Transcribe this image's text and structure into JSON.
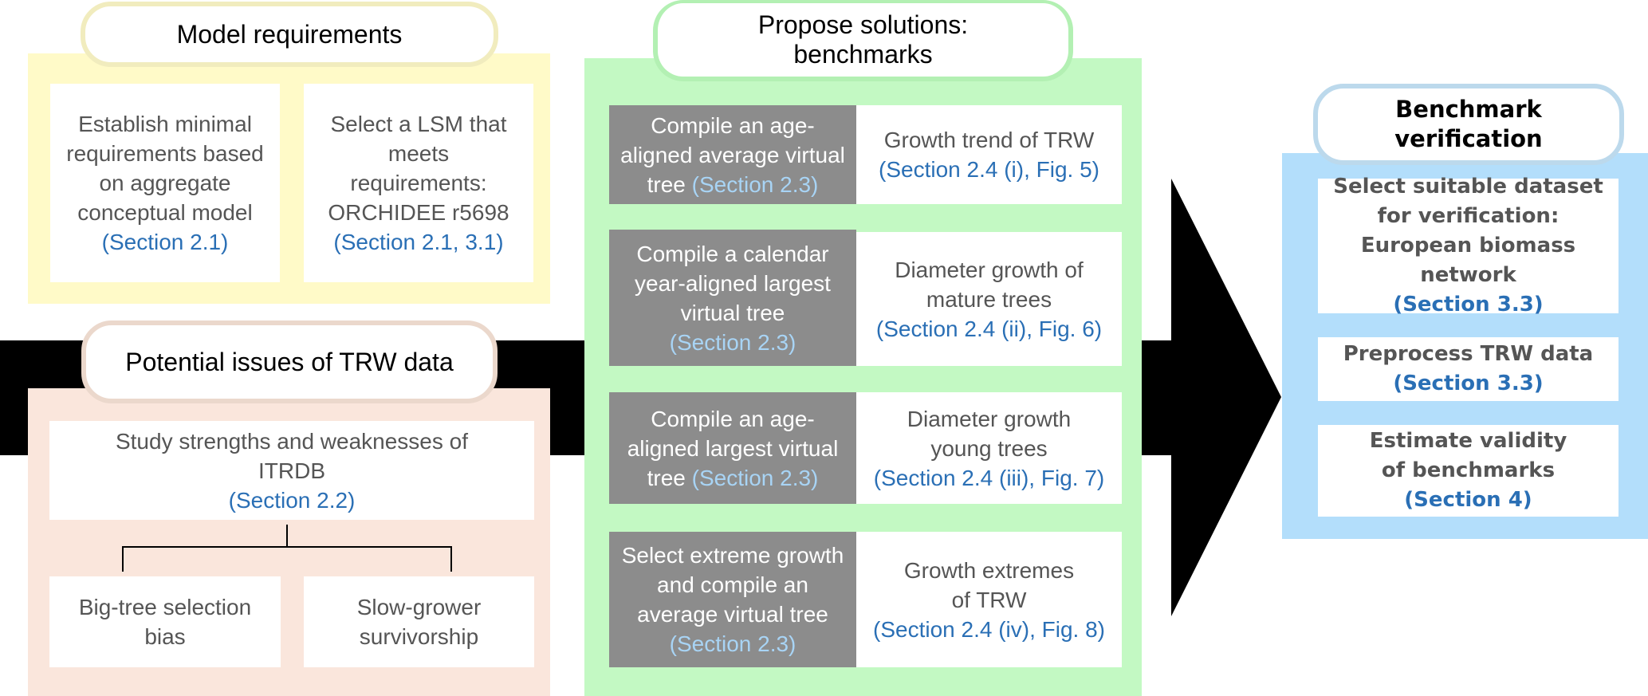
{
  "colors": {
    "yellow_panel": "#fffac8",
    "yellow_border": "#f1ecbe",
    "peach_panel": "#fae6dc",
    "peach_border": "#ebd8cc",
    "green_panel": "#c3f9c3",
    "green_border": "#b3f0b3",
    "blue_panel": "#b3defb",
    "blue_border": "#bcd9ec",
    "method_box": "#8c8c8c",
    "reference_text": "#2a6fb5",
    "reference_text_light": "#a8d4f5",
    "arrow": "#000000"
  },
  "model_requirements": {
    "title": "Model requirements",
    "boxes": [
      {
        "text": "Establish minimal requirements based on aggregate conceptual model",
        "ref": "(Section 2.1)"
      },
      {
        "text": "Select a LSM that meets requirements: ORCHIDEE r5698",
        "ref": "(Section 2.1, 3.1)"
      }
    ]
  },
  "potential_issues": {
    "title": "Potential issues of TRW data",
    "study": {
      "text": "Study strengths and weaknesses of ITRDB",
      "ref": "(Section 2.2)"
    },
    "issues": [
      {
        "text": "Big-tree selection bias"
      },
      {
        "text": "Slow-grower survivorship"
      }
    ]
  },
  "propose_solutions": {
    "title": "Propose solutions: benchmarks",
    "rows": [
      {
        "method": "Compile an age-aligned average virtual tree",
        "method_ref": "(Section 2.3)",
        "benchmark": "Growth trend of TRW",
        "benchmark_ref": "(Section 2.4 (i), Fig. 5)"
      },
      {
        "method": "Compile a calendar year-aligned largest virtual tree",
        "method_ref": "(Section 2.3)",
        "benchmark": "Diameter growth of mature trees",
        "benchmark_ref": "(Section 2.4 (ii), Fig. 6)"
      },
      {
        "method": "Compile an age-aligned largest virtual tree",
        "method_ref": "(Section 2.3)",
        "benchmark": "Diameter growth young trees",
        "benchmark_ref": "(Section 2.4 (iii), Fig. 7)"
      },
      {
        "method": "Select extreme growth and compile an average virtual tree",
        "method_ref": "(Section 2.3)",
        "benchmark": "Growth extremes of TRW",
        "benchmark_ref": "(Section 2.4 (iv), Fig. 8)"
      }
    ]
  },
  "benchmark_verification": {
    "title": "Benchmark verification",
    "boxes": [
      {
        "text": "Select suitable dataset for verification: European biomass network",
        "ref": "(Section 3.3)"
      },
      {
        "text": "Preprocess TRW data",
        "ref": "(Section 3.3)"
      },
      {
        "text": "Estimate validity of benchmarks",
        "ref": "(Section 4)"
      }
    ]
  }
}
